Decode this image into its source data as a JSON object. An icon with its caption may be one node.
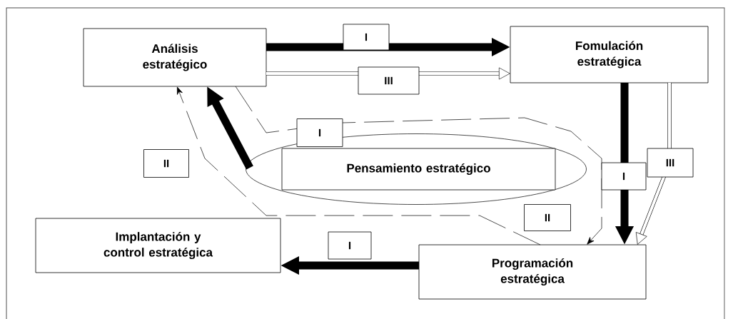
{
  "diagram": {
    "nodes": [
      {
        "text": [
          "Análisis estratégico"
        ]
      },
      {
        "text": [
          "Fomulación estratégica"
        ]
      },
      {
        "text": [],
        "shape": "ellipse"
      },
      {
        "text": [
          "Pensamiento estratégico"
        ],
        "in": 2
      },
      {
        "text": [
          "Implantación y control estratégica"
        ]
      },
      {
        "text": [
          "Programación estratégica"
        ]
      }
    ],
    "edges": [
      {
        "from": 0,
        "to": 1,
        "arrow": "to",
        "label": "I",
        "style": "thick"
      },
      {
        "from": 0,
        "to": 1,
        "arrow": "to",
        "label": "III"
      },
      {
        "from": 1,
        "to": 5,
        "arrow": "to",
        "label": "I",
        "style": "thick"
      },
      {
        "from": 1,
        "to": 5,
        "arrow": "to",
        "label": "III"
      },
      {
        "from": 2,
        "to": 0,
        "arrow": "to",
        "style": "thick"
      },
      {
        "from": 5,
        "to": 4,
        "arrow": "to",
        "label": "I",
        "style": "thick"
      },
      {
        "from": 5,
        "to": 0,
        "arrow": "to",
        "label": "II",
        "style": "dashed"
      },
      {
        "from": 0,
        "to": 5,
        "arrow": "to",
        "label": "I",
        "style": "dashed"
      }
    ],
    "labels": [
      "II"
    ]
  }
}
